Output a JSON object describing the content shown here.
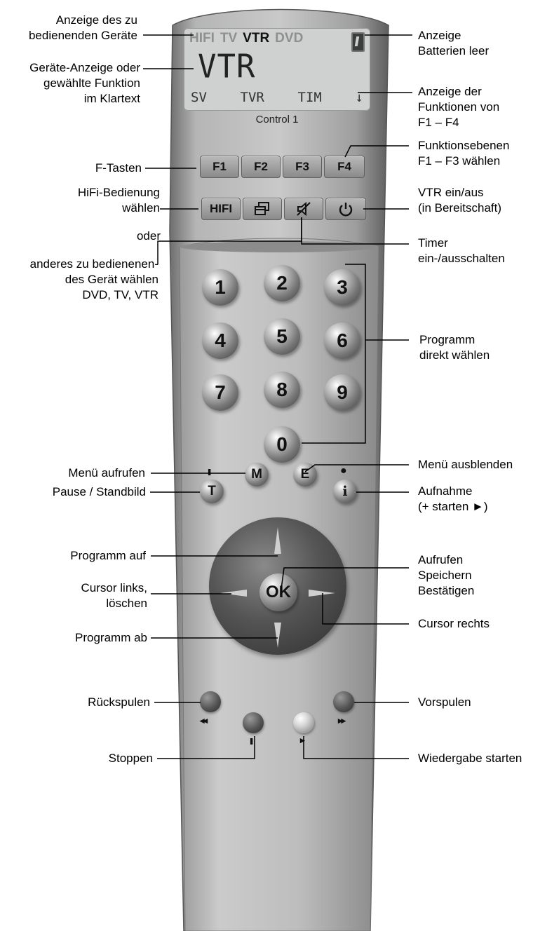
{
  "lcd": {
    "devices": [
      "HIFI",
      "TV",
      "VTR",
      "DVD"
    ],
    "active_device": "VTR",
    "big_text": "VTR",
    "functions": [
      "SV",
      "TVR",
      "TIM",
      "↓"
    ]
  },
  "model_label": "Control 1",
  "f_keys": [
    "F1",
    "F2",
    "F3",
    "F4"
  ],
  "row2": {
    "hifi": "HIFI",
    "device_icon": "device-select-icon",
    "timer_icon": "timer-icon",
    "power_icon": "power-icon"
  },
  "numbers": [
    "1",
    "2",
    "3",
    "4",
    "5",
    "6",
    "7",
    "8",
    "9",
    "0"
  ],
  "small_keys": {
    "m": "M",
    "e": "E",
    "t": "T",
    "i": "i",
    "ok": "OK"
  },
  "symbols": {
    "pause": "II",
    "record": "●",
    "rew": "◂◂",
    "ff": "▸▸",
    "stop": "II",
    "play": "▸"
  },
  "annotations": {
    "device_display": [
      "Anzeige des zu",
      "bedienenden Geräte"
    ],
    "device_or_function": [
      "Geräte-Anzeige oder",
      "gewählte Funktion",
      "im Klartext"
    ],
    "f_keys": [
      "F-Tasten"
    ],
    "hifi": [
      "HiFi-Bedienung",
      "wählen"
    ],
    "oder": [
      "oder"
    ],
    "other_device": [
      "anderes zu bedienenen-",
      "des Gerät wählen",
      "DVD, TV, VTR"
    ],
    "menu_open": [
      "Menü aufrufen"
    ],
    "pause": [
      "Pause / Standbild"
    ],
    "prog_up": [
      "Programm auf"
    ],
    "cursor_left": [
      "Cursor links,",
      "löschen"
    ],
    "prog_down": [
      "Programm ab"
    ],
    "rewind": [
      "Rückspulen"
    ],
    "stop": [
      "Stoppen"
    ],
    "battery": [
      "Anzeige",
      "Batterien leer"
    ],
    "functions_display": [
      "Anzeige der",
      "Funktionen von",
      "F1 – F4"
    ],
    "function_levels": [
      "Funktionsebenen",
      "F1 – F3 wählen"
    ],
    "vtr_power": [
      "VTR ein/aus",
      "(in Bereitschaft)"
    ],
    "timer": [
      "Timer",
      "ein-/ausschalten"
    ],
    "program_direct": [
      "Programm",
      "direkt wählen"
    ],
    "menu_hide": [
      "Menü ausblenden"
    ],
    "record": [
      "Aufnahme",
      "(+ starten ►)"
    ],
    "ok_functions": [
      "Aufrufen",
      "Speichern",
      "Bestätigen"
    ],
    "cursor_right": [
      "Cursor rechts"
    ],
    "fast_forward": [
      "Vorspulen"
    ],
    "play": [
      "Wiedergabe starten"
    ]
  }
}
